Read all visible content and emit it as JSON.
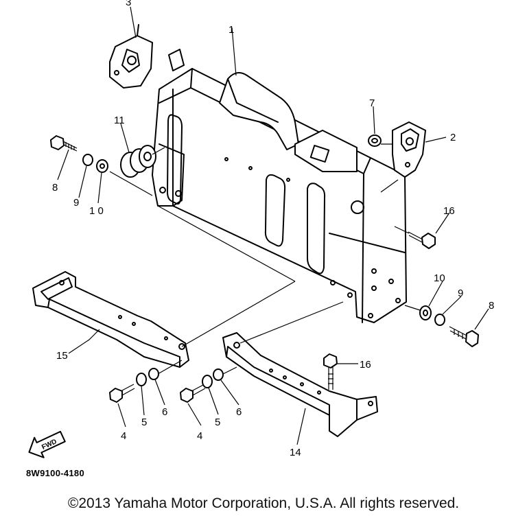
{
  "diagram": {
    "callouts": [
      {
        "id": "c1",
        "text": "1"
      },
      {
        "id": "c2",
        "text": "2"
      },
      {
        "id": "c3",
        "text": "3"
      },
      {
        "id": "c4a",
        "text": "4"
      },
      {
        "id": "c4b",
        "text": "4"
      },
      {
        "id": "c5a",
        "text": "5"
      },
      {
        "id": "c5b",
        "text": "5"
      },
      {
        "id": "c6a",
        "text": "6"
      },
      {
        "id": "c6b",
        "text": "6"
      },
      {
        "id": "c7",
        "text": "7"
      },
      {
        "id": "c8a",
        "text": "8"
      },
      {
        "id": "c8b",
        "text": "8"
      },
      {
        "id": "c9a",
        "text": "9"
      },
      {
        "id": "c9b",
        "text": "9"
      },
      {
        "id": "c10a",
        "text": "1 0"
      },
      {
        "id": "c10b",
        "text": "10"
      },
      {
        "id": "c11",
        "text": "11"
      },
      {
        "id": "c14",
        "text": "14"
      },
      {
        "id": "c15",
        "text": "15"
      },
      {
        "id": "c16a",
        "text": "16"
      },
      {
        "id": "c16b",
        "text": "16"
      }
    ],
    "fwd_label": "FWD",
    "diagram_code": "8W9100-4180"
  },
  "footer": {
    "copyright": "©2013 Yamaha Motor Corporation, U.S.A. All rights reserved."
  }
}
